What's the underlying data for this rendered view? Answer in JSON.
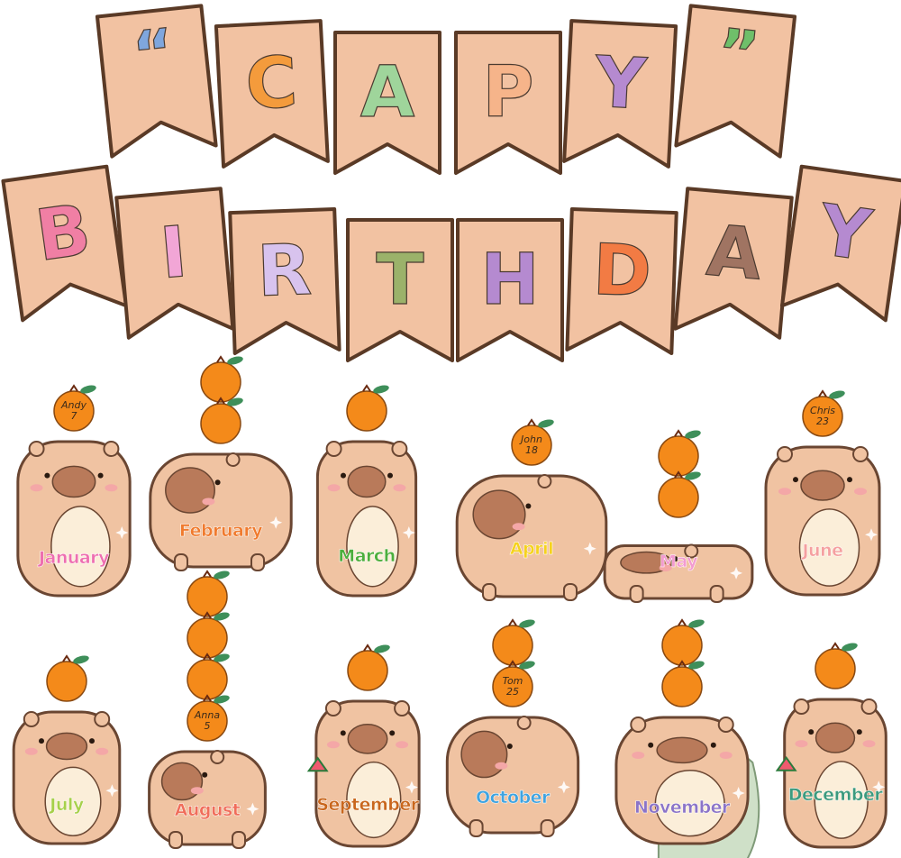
{
  "banner": {
    "row1": [
      {
        "letter": "“",
        "color": "#7fa6dd"
      },
      {
        "letter": "C",
        "color": "#f49b3c"
      },
      {
        "letter": "A",
        "color": "#9fd59b"
      },
      {
        "letter": "P",
        "color": "#f6b48a"
      },
      {
        "letter": "Y",
        "color": "#b58ad0"
      },
      {
        "letter": "”",
        "color": "#6fbf6a"
      }
    ],
    "row2": [
      {
        "letter": "B",
        "color": "#f07fa4"
      },
      {
        "letter": "I",
        "color": "#f2a6d6"
      },
      {
        "letter": "R",
        "color": "#d8c3ee"
      },
      {
        "letter": "T",
        "color": "#9bb26a"
      },
      {
        "letter": "H",
        "color": "#b58ad0"
      },
      {
        "letter": "D",
        "color": "#f27b44"
      },
      {
        "letter": "A",
        "color": "#a07462"
      },
      {
        "letter": "Y",
        "color": "#b58ad0"
      }
    ],
    "flag_fill": "#f2c2a2",
    "flag_border": "#5a3a26"
  },
  "months": [
    {
      "name": "January",
      "color": "#ee6fb0",
      "tag": [
        "Andy",
        "7"
      ]
    },
    {
      "name": "February",
      "color": "#f07a2d",
      "tag": []
    },
    {
      "name": "March",
      "color": "#4cae3c",
      "tag": []
    },
    {
      "name": "April",
      "color": "#f5d21d",
      "tag": [
        "John",
        "18"
      ]
    },
    {
      "name": "May",
      "color": "#f39bd0",
      "tag": []
    },
    {
      "name": "June",
      "color": "#f5a0a0",
      "tag": [
        "Chris",
        "23"
      ]
    },
    {
      "name": "July",
      "color": "#a7d04b",
      "tag": []
    },
    {
      "name": "August",
      "color": "#f06d5a",
      "tag": [
        "Anna",
        "5"
      ]
    },
    {
      "name": "September",
      "color": "#c9661c",
      "tag": []
    },
    {
      "name": "October",
      "color": "#3fa3e0",
      "tag": [
        "Tom",
        "25"
      ]
    },
    {
      "name": "November",
      "color": "#8b74c8",
      "tag": []
    },
    {
      "name": "December",
      "color": "#3c9a7e",
      "tag": []
    }
  ],
  "colors": {
    "capybara_fur": "#f0c3a2",
    "capybara_outline": "#6a4632",
    "snout": "#b97a5a",
    "belly": "#fbeed9",
    "cheek": "#f4a7a7",
    "orange": "#f48a1a",
    "orange_outline": "#8a4a12",
    "leaf": "#3e8f5a",
    "bush": "#cfe0c8",
    "watermelon": "#ef5a6f"
  }
}
